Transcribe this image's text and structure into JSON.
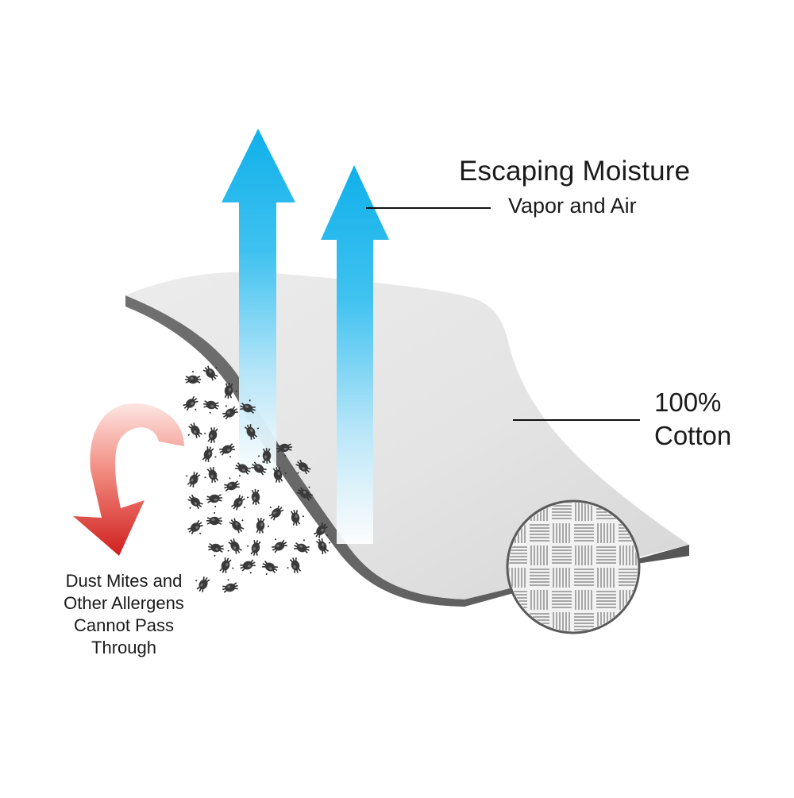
{
  "labels": {
    "moisture_title": "Escaping Moisture",
    "moisture_subtitle": "Vapor and Air",
    "cotton_line1": "100%",
    "cotton_line2": "Cotton",
    "allergen_lines": [
      "Dust Mites and",
      "Other Allergens",
      "Cannot Pass",
      "Through"
    ]
  },
  "colors": {
    "arrow_blue": "#18b4ec",
    "arrow_red": "#d42b2b",
    "fabric_top": "#e6e6e6",
    "fabric_edge": "#5e5e5e",
    "mite": "#3a3a3a",
    "leader_line": "#111111"
  },
  "icons": {
    "moisture_arrows": "up-arrow-icon",
    "allergen_arrow": "curved-down-arrow-icon",
    "dust_mite": "dust-mite-icon",
    "weave_swatch": "fabric-weave-icon"
  }
}
